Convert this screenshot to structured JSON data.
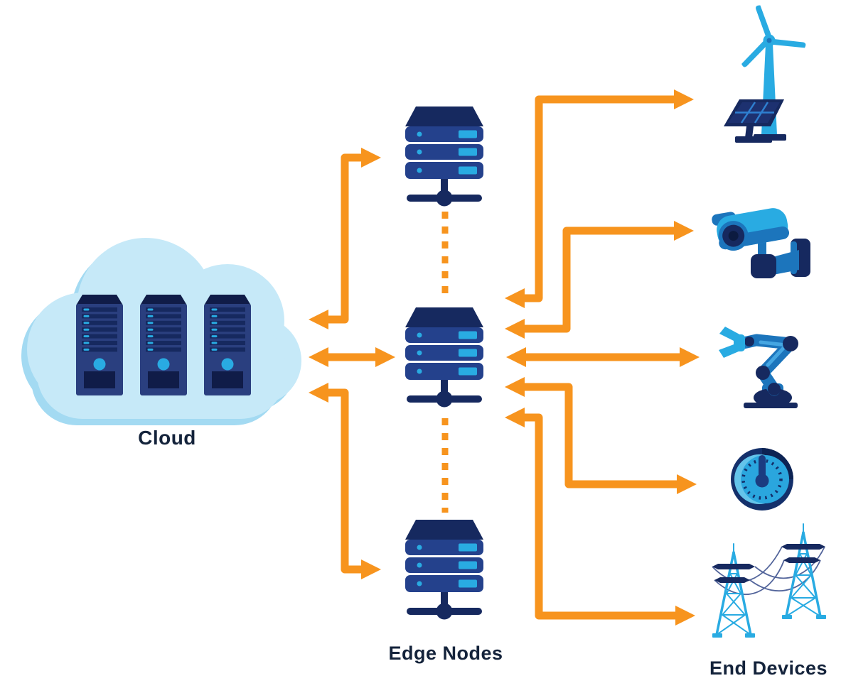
{
  "diagram_type": "edge-computing-architecture",
  "cloud": {
    "label": "Cloud",
    "icon": "cloud-with-server-towers-icon",
    "server_tower_count": 3
  },
  "edge_nodes": {
    "label": "Edge Nodes",
    "icon": "server-stack-icon",
    "node_count": 3
  },
  "end_devices": {
    "label": "End Devices",
    "items": [
      {
        "icon": "wind-turbine-solar-panel-icon",
        "name": "renewable-energy-device"
      },
      {
        "icon": "security-camera-icon",
        "name": "security-camera-device"
      },
      {
        "icon": "robot-arm-icon",
        "name": "industrial-robot-device"
      },
      {
        "icon": "gauge-meter-icon",
        "name": "smart-meter-device"
      },
      {
        "icon": "power-transmission-towers-icon",
        "name": "power-grid-device"
      }
    ]
  },
  "connections": [
    {
      "from": "cloud",
      "to": "edge-node-top",
      "shape": "elbow",
      "bidirectional": true,
      "style": "solid-arrow"
    },
    {
      "from": "cloud",
      "to": "edge-node-middle",
      "shape": "straight",
      "bidirectional": true,
      "style": "solid-arrow"
    },
    {
      "from": "cloud",
      "to": "edge-node-bottom",
      "shape": "elbow",
      "bidirectional": true,
      "style": "solid-arrow"
    },
    {
      "from": "edge-node-top",
      "to": "edge-node-middle",
      "shape": "straight",
      "bidirectional": false,
      "style": "dashed-link"
    },
    {
      "from": "edge-node-middle",
      "to": "edge-node-bottom",
      "shape": "straight",
      "bidirectional": false,
      "style": "dashed-link"
    },
    {
      "from": "edge-node-middle",
      "to": "renewable-energy-device",
      "shape": "elbow",
      "bidirectional": true,
      "style": "solid-arrow"
    },
    {
      "from": "edge-node-middle",
      "to": "security-camera-device",
      "shape": "elbow",
      "bidirectional": true,
      "style": "solid-arrow"
    },
    {
      "from": "edge-node-middle",
      "to": "industrial-robot-device",
      "shape": "straight",
      "bidirectional": true,
      "style": "solid-arrow"
    },
    {
      "from": "edge-node-middle",
      "to": "smart-meter-device",
      "shape": "elbow",
      "bidirectional": true,
      "style": "solid-arrow"
    },
    {
      "from": "edge-node-middle",
      "to": "power-grid-device",
      "shape": "elbow",
      "bidirectional": true,
      "style": "solid-arrow"
    }
  ],
  "colors": {
    "orange": "#F7941E",
    "cyan": "#29ABE2",
    "mid-blue": "#1C75BC",
    "navy-body": "#2A3F7F",
    "navy-body-2": "#24418C",
    "navy-deep": "#16295F",
    "navy-deepest": "#101C48",
    "cloud-fill": "#C6E9F8",
    "cloud-shadow": "#A3DAF2",
    "label-ink": "#14233B",
    "wire": "#53659B",
    "gauge-face": "#2AA6DE",
    "bg": "#FFFFFF"
  }
}
